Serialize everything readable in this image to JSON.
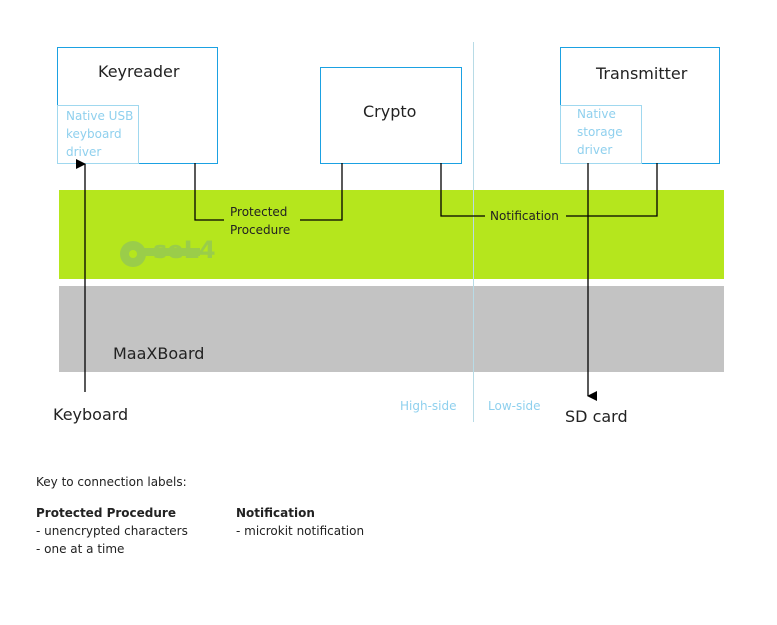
{
  "components": {
    "keyreader": {
      "title": "Keyreader",
      "driver": [
        "Native USB",
        "keyboard",
        "driver"
      ]
    },
    "crypto": {
      "title": "Crypto"
    },
    "transmitter": {
      "title": "Transmitter",
      "driver": [
        "Native",
        "storage",
        "driver"
      ]
    }
  },
  "connections": {
    "protected_procedure": [
      "Protected",
      "Procedure"
    ],
    "notification": "Notification"
  },
  "layers": {
    "sel4_logo": "seL4",
    "board": "MaaXBoard"
  },
  "devices": {
    "keyboard": "Keyboard",
    "sd_card": "SD card"
  },
  "sides": {
    "high": "High-side",
    "low": "Low-side"
  },
  "legend": {
    "title": "Key to connection labels:",
    "protected_procedure": {
      "heading": "Protected Procedure",
      "items": [
        "- unencrypted characters",
        "- one at a time"
      ]
    },
    "notification": {
      "heading": "Notification",
      "items": [
        "- microkit notification"
      ]
    }
  },
  "colors": {
    "component_border": "#1ba1e2",
    "driver_border": "#a0d8ef",
    "sel4_layer": "#b5e61d",
    "board_layer": "#c3c3c3",
    "side_text": "#8fd0ee"
  }
}
